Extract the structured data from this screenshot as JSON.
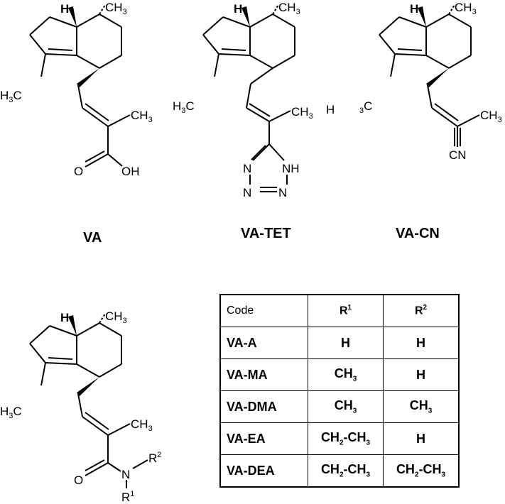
{
  "compounds": {
    "va": {
      "name": "VA",
      "ch3_top": "CH",
      "h_fused": "H",
      "h3c_c": "C",
      "h3c_h": "H",
      "ch3_side": "CH",
      "carbonyl_o": "O",
      "oh": "OH"
    },
    "va_tet": {
      "name": "VA-TET",
      "ch3_top": "CH",
      "h_fused": "H",
      "h3c_c": "C",
      "h3c_h": "H",
      "ch3_side": "CH",
      "stray_h": "H",
      "n_a": "N",
      "n_b": "N",
      "n_c": "N",
      "nh": "NH"
    },
    "va_cn": {
      "name": "VA-CN",
      "ch3_top": "CH",
      "h_fused": "H",
      "h3c_c": "C",
      "ch3_side": "CH",
      "cn": "CN"
    },
    "amide": {
      "ch3_top": "CH",
      "h_fused": "H",
      "h3c_c": "C",
      "h3c_h": "H",
      "ch3_side": "CH",
      "carbonyl_o": "O",
      "n": "N",
      "r2": "R",
      "r1": "R"
    }
  },
  "subscripts": {
    "three": "3",
    "one": "1",
    "two": "2"
  },
  "table": {
    "headers": [
      "Code",
      "R",
      "R"
    ],
    "rows": [
      [
        "VA-A",
        "H",
        "H"
      ],
      [
        "VA-MA",
        "CH3",
        "H"
      ],
      [
        "VA-DMA",
        "CH3",
        "CH3"
      ],
      [
        "VA-EA",
        "CH2-CH3",
        "H"
      ],
      [
        "VA-DEA",
        "CH2-CH3",
        "CH2-CH3"
      ]
    ],
    "cell_parts": {
      "ch": "CH",
      "ch2_ch3_mid": "-CH"
    }
  }
}
